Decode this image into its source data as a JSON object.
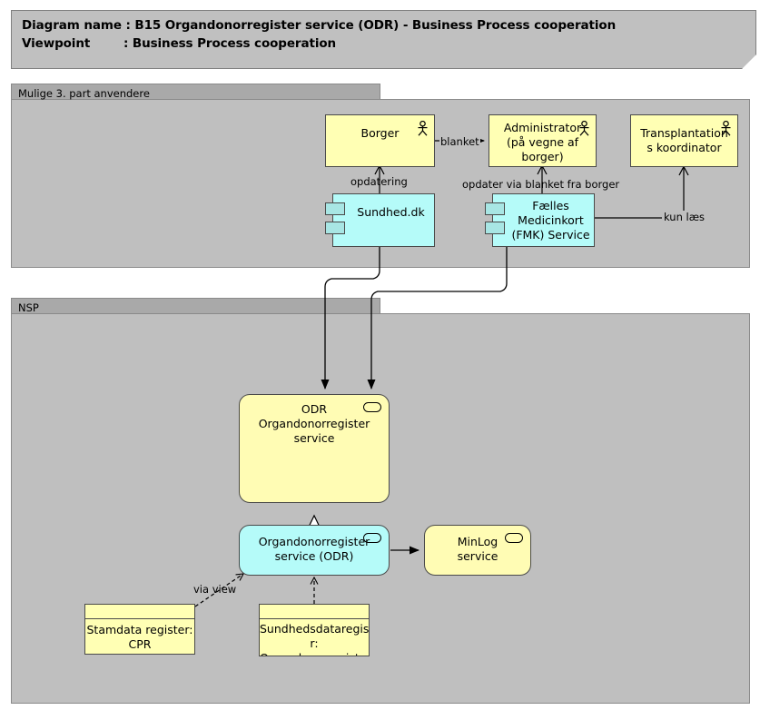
{
  "header": {
    "line1": "Diagram name : B15 Organdonorregister service (ODR) - Business Process cooperation",
    "line2": "Viewpoint        : Business Process cooperation"
  },
  "groups": [
    {
      "id": "third-party",
      "label": "Mulige 3. part anvendere"
    },
    {
      "id": "nsp",
      "label": "NSP"
    }
  ],
  "nodes": {
    "borger": {
      "label": "Borger",
      "type": "business-actor",
      "icon": "actor-icon",
      "color": "#ffffb4"
    },
    "administrator": {
      "label": "Administrator\n(på vegne af\nborger)",
      "type": "business-actor",
      "icon": "actor-icon",
      "color": "#ffffb4"
    },
    "transplantation": {
      "label": "Transplantation\ns koordinator",
      "type": "business-actor",
      "icon": "actor-icon",
      "color": "#ffffb4"
    },
    "sundhed": {
      "label": "Sundhed.dk",
      "type": "component",
      "icon": "component-icon",
      "color": "#b5fbf9"
    },
    "fmk": {
      "label": "Fælles\nMedicinkort\n(FMK) Service",
      "type": "component",
      "icon": "component-icon",
      "color": "#b5fbf9"
    },
    "odr_service": {
      "label": "ODR\nOrgandonorregister\nservice",
      "type": "application-service",
      "icon": "service-icon",
      "color": "#fffcb4"
    },
    "odr_component": {
      "label": "Organdonorregister\nservice (ODR)",
      "type": "application-service",
      "icon": "service-icon",
      "color": "#b5fbf9"
    },
    "minlog": {
      "label": "MinLog\nservice",
      "type": "application-service",
      "icon": "service-icon",
      "color": "#fffcb4"
    },
    "cpr": {
      "label": "Stamdata register:\nCPR",
      "type": "data-object",
      "color": "#ffffb4"
    },
    "sundhedsdata": {
      "label": "Sundhedsdataregiste\nr:\nOrgandonorregister",
      "type": "data-object",
      "color": "#ffffb4"
    }
  },
  "edges": [
    {
      "id": "blanket",
      "label": "blanket",
      "from": "borger",
      "to": "administrator",
      "arrow": "solid"
    },
    {
      "id": "opdatering",
      "label": "opdatering",
      "from": "sundhed",
      "to": "borger",
      "arrow": "open"
    },
    {
      "id": "opdater-blanket",
      "label": "opdater via blanket fra borger",
      "from": "fmk",
      "to": "administrator",
      "arrow": "open"
    },
    {
      "id": "kun-laes",
      "label": "kun læs",
      "from": "fmk",
      "to": "transplantation",
      "arrow": "open"
    },
    {
      "id": "sundhed-odr",
      "label": "",
      "from": "sundhed",
      "to": "odr_service",
      "arrow": "solid"
    },
    {
      "id": "fmk-odr",
      "label": "",
      "from": "fmk",
      "to": "odr_service",
      "arrow": "solid"
    },
    {
      "id": "realization",
      "label": "",
      "from": "odr_component",
      "to": "odr_service",
      "arrow": "hollow-triangle-dashed"
    },
    {
      "id": "odr-minlog",
      "label": "",
      "from": "odr_component",
      "to": "minlog",
      "arrow": "solid"
    },
    {
      "id": "via-view",
      "label": "via view",
      "from": "cpr",
      "to": "odr_component",
      "arrow": "open-dashed"
    },
    {
      "id": "sundhedsdata-odr",
      "label": "",
      "from": "sundhedsdata",
      "to": "odr_component",
      "arrow": "open-dashed-both"
    }
  ],
  "colors": {
    "group_body": "#bfbfbf",
    "group_tab": "#a9a9a9",
    "note": "#c0c0c0",
    "actor_yellow": "#ffffb4",
    "component_cyan": "#b5fbf9",
    "service_yellow": "#fffcb4",
    "line": "#000000"
  }
}
